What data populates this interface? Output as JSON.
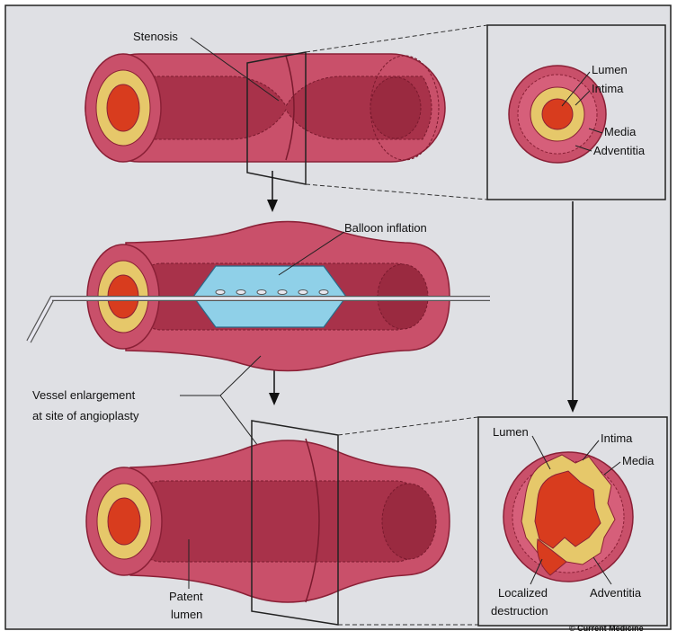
{
  "labels": {
    "stenosis": "Stenosis",
    "balloon_inflation": "Balloon inflation",
    "vessel_enlargement_line1": "Vessel enlargement",
    "vessel_enlargement_line2": "at site of angioplasty",
    "patent_line1": "Patent",
    "patent_line2": "lumen",
    "inset_top": {
      "lumen": "Lumen",
      "intima": "Intima",
      "media": "Media",
      "adventitia": "Adventitia"
    },
    "inset_bottom": {
      "lumen": "Lumen",
      "intima": "Intima",
      "media": "Media",
      "adventitia": "Adventitia",
      "localized_line1": "Localized",
      "localized_line2": "destruction"
    },
    "credit": "© Current Medicine"
  },
  "colors": {
    "background": "#dfe0e4",
    "vessel_outer": "#c9506a",
    "vessel_inner": "#a8324a",
    "vessel_lumen_dark": "#9a2a40",
    "adventitia": "#d65f7a",
    "intima": "#e6c86a",
    "lumen_red": "#d83c1e",
    "balloon": "#8fd0e8",
    "catheter": "#e8e8f0"
  },
  "icons": [
    "down-arrow-icon",
    "down-arrow-icon",
    "down-arrow-icon"
  ]
}
